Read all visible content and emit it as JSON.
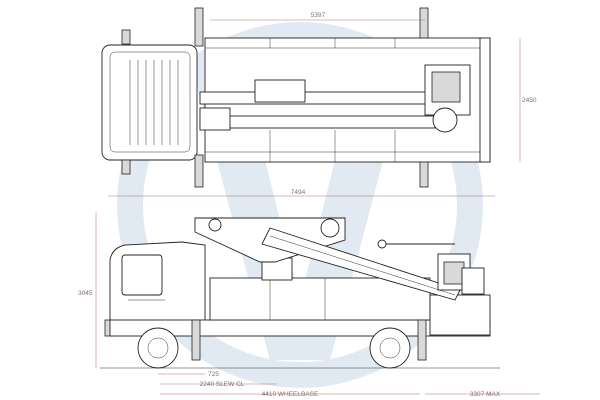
{
  "dimensions": {
    "top_length": "5397",
    "top_width": "2450",
    "overall_length": "7494",
    "height": "3045",
    "front_overhang": "725",
    "slew_centerline": "2240 SLEW CL",
    "wheelbase": "4410 WHEELBASE",
    "rear_max": "3307 MAX"
  },
  "colors": {
    "watermark": "#c9d8ea",
    "dimension": "#b07070",
    "lines": "#222222"
  }
}
